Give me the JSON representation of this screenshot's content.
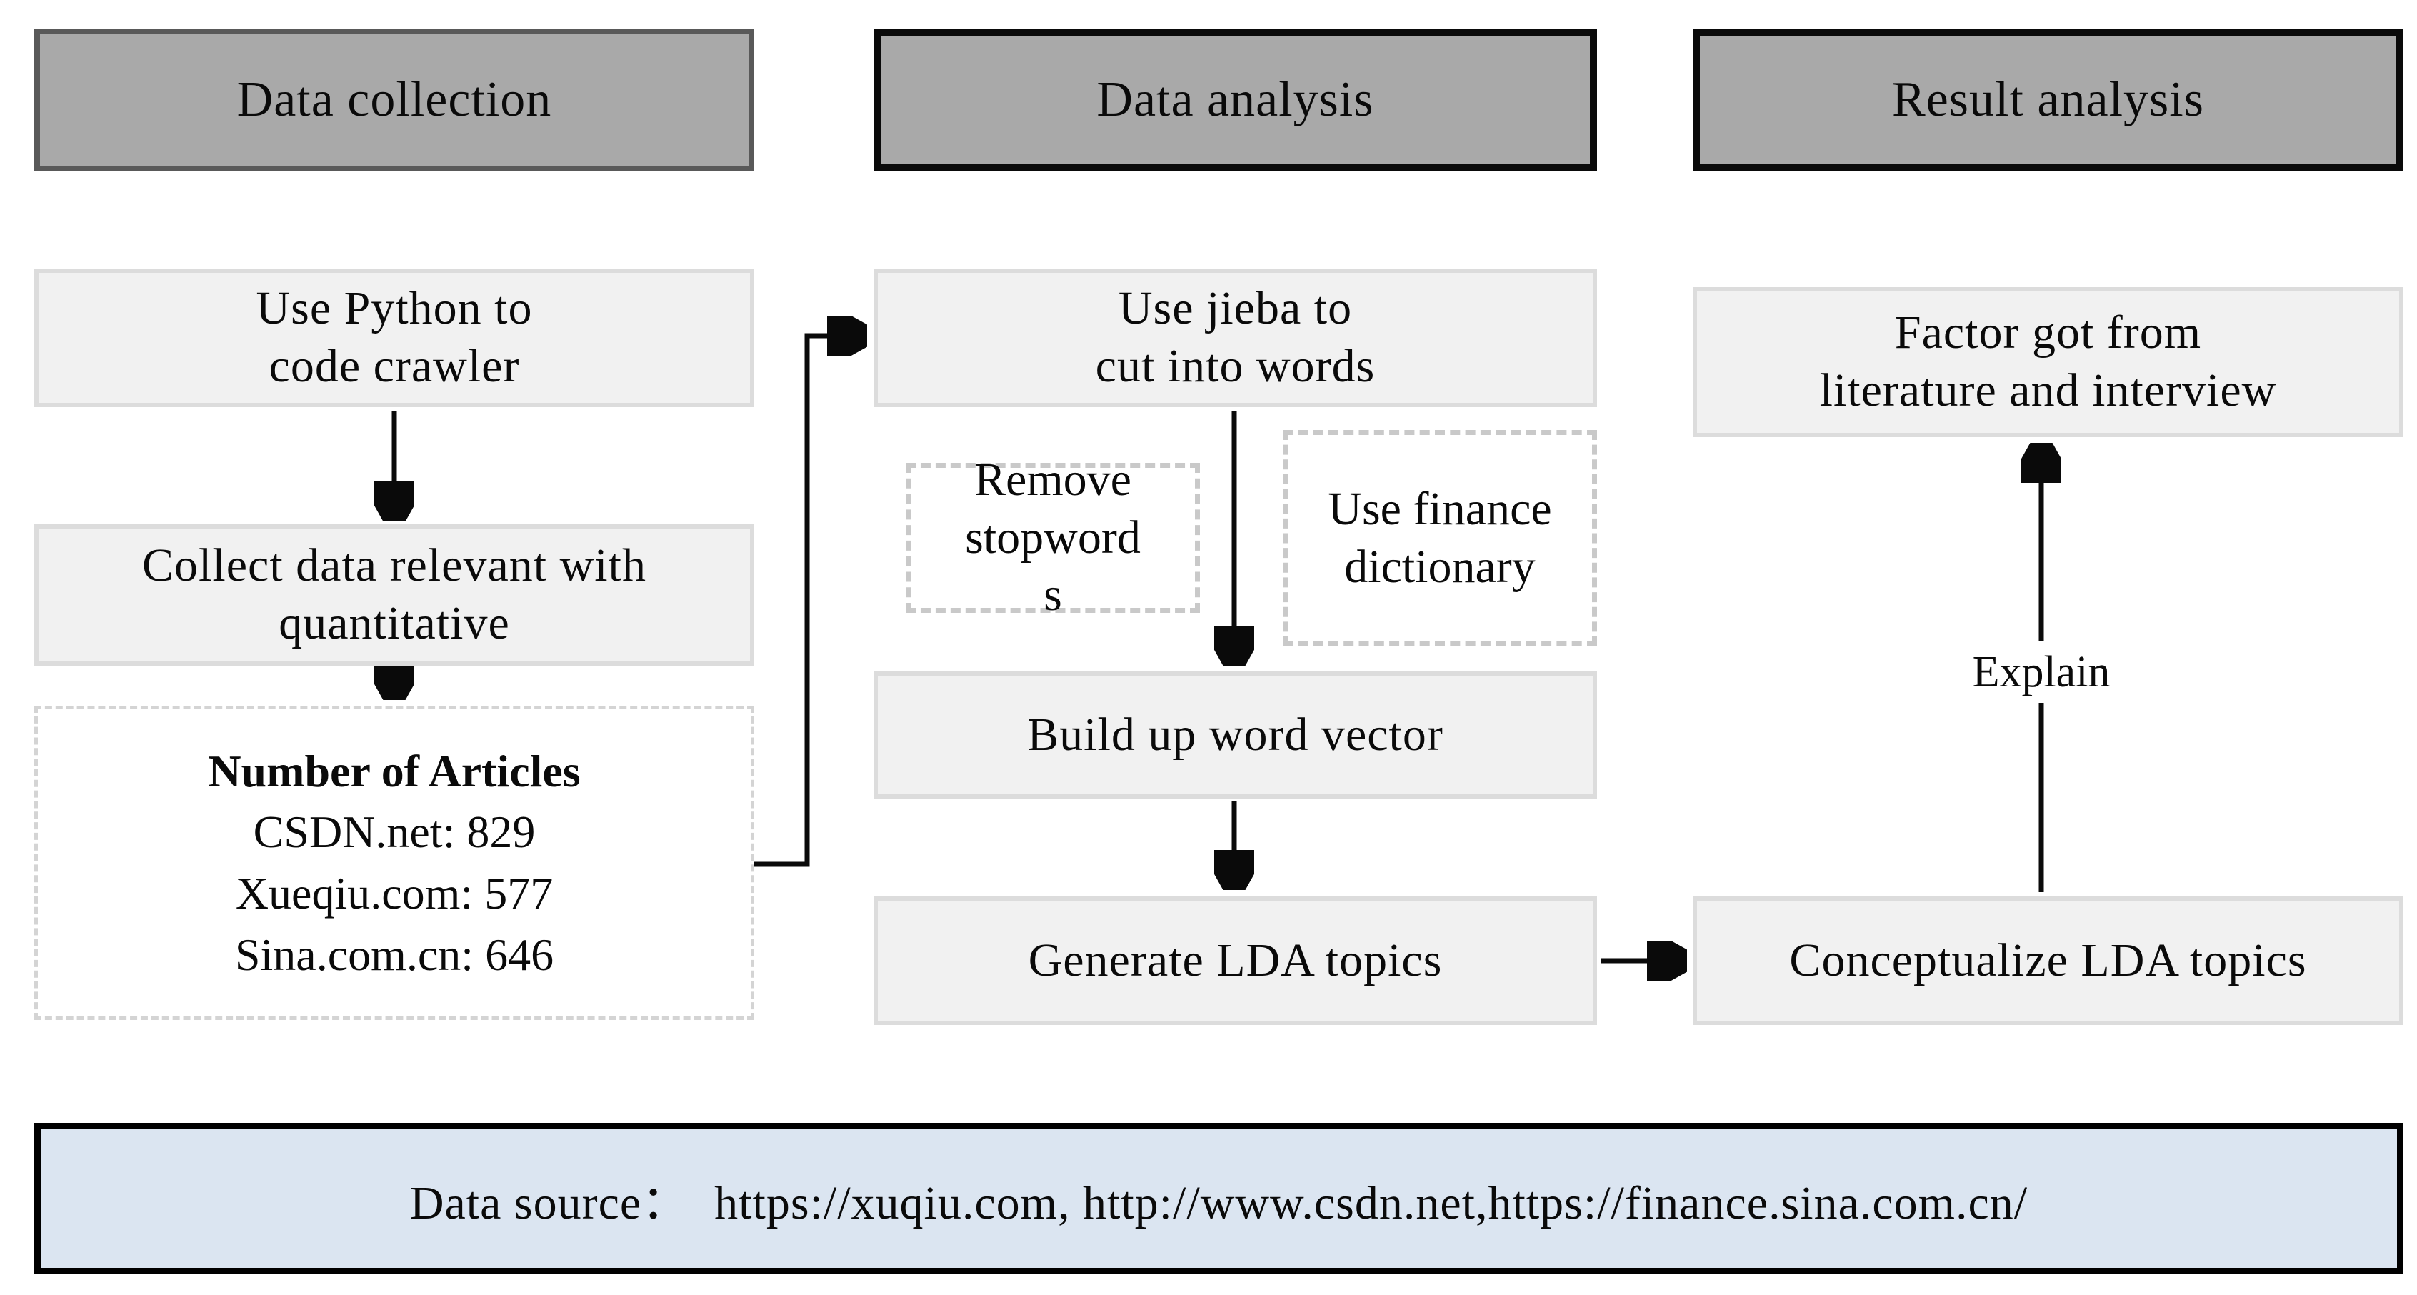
{
  "colors": {
    "header_fill": "#a9a9a9",
    "header_border_gray": "#595959",
    "header_border_black": "#0a0a0a",
    "process_fill": "#f1f1f1",
    "process_border": "#dcdcdc",
    "dashed_border": "#c9c9c9",
    "footer_fill": "#dbe5f1",
    "footer_border": "#000000",
    "arrow": "#0a0a0a",
    "text": "#0a0a0a"
  },
  "headers": {
    "data_collection": "Data collection",
    "data_analysis": "Data analysis",
    "result_analysis": "Result analysis"
  },
  "data_collection": {
    "python_crawler": "Use Python to\ncode crawler",
    "collect_data": "Collect data relevant with\nquantitative",
    "articles": {
      "title": "Number of Articles",
      "items": [
        "CSDN.net: 829",
        "Xueqiu.com: 577",
        "Sina.com.cn: 646"
      ]
    }
  },
  "data_analysis": {
    "jieba": "Use jieba to\ncut into words",
    "remove_stopwords": "Remove\nstopword\ns",
    "finance_dictionary": "Use finance\ndictionary",
    "word_vector": "Build up word vector",
    "generate_lda": "Generate LDA topics"
  },
  "result_analysis": {
    "factor": "Factor got from\nliterature and interview",
    "explain": "Explain",
    "conceptualize": "Conceptualize LDA topics"
  },
  "footer": {
    "data_source": "Data source：  https://xuqiu.com, http://www.csdn.net,https://finance.sina.com.cn/"
  }
}
